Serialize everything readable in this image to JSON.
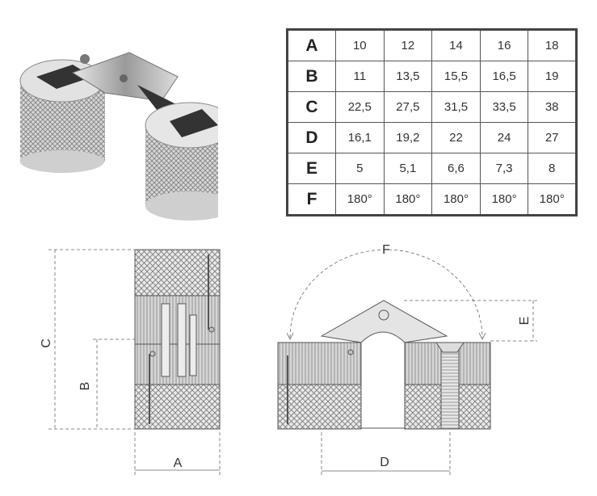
{
  "table": {
    "rows": [
      {
        "label": "A",
        "values": [
          "10",
          "12",
          "14",
          "16",
          "18"
        ]
      },
      {
        "label": "B",
        "values": [
          "11",
          "13,5",
          "15,5",
          "16,5",
          "19"
        ]
      },
      {
        "label": "C",
        "values": [
          "22,5",
          "27,5",
          "31,5",
          "33,5",
          "38"
        ]
      },
      {
        "label": "D",
        "values": [
          "16,1",
          "19,2",
          "22",
          "24",
          "27"
        ]
      },
      {
        "label": "E",
        "values": [
          "5",
          "5,1",
          "6,6",
          "7,3",
          "8"
        ]
      },
      {
        "label": "F",
        "values": [
          "180°",
          "180°",
          "180°",
          "180°",
          "180°"
        ]
      }
    ]
  },
  "dimensions": {
    "a": "A",
    "b": "B",
    "c": "C",
    "d": "D",
    "e": "E",
    "f": "F"
  },
  "colors": {
    "line": "#555555",
    "metal": "#bfbfbf",
    "border": "#444444"
  }
}
